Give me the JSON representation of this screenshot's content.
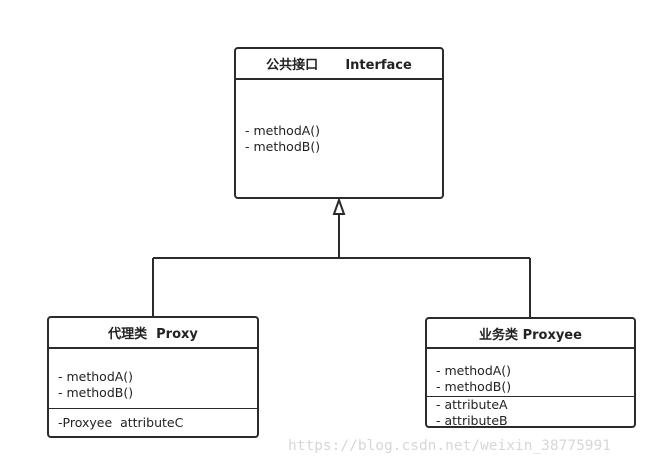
{
  "interface_box": {
    "title": "公共接口      Interface",
    "methods": [
      "- methodA()",
      "- methodB()"
    ]
  },
  "proxy_box": {
    "title": "代理类  Proxy",
    "methods": [
      "- methodA()",
      "- methodB()"
    ],
    "attributes": [
      "-Proxyee  attributeC"
    ]
  },
  "proxyee_box": {
    "title": "业务类 Proxyee",
    "methods": [
      "- methodA()",
      "- methodB()"
    ],
    "attributes": [
      "- attributeA",
      "- attributeB"
    ]
  },
  "watermark": "https://blog.csdn.net/weixin_38775991"
}
